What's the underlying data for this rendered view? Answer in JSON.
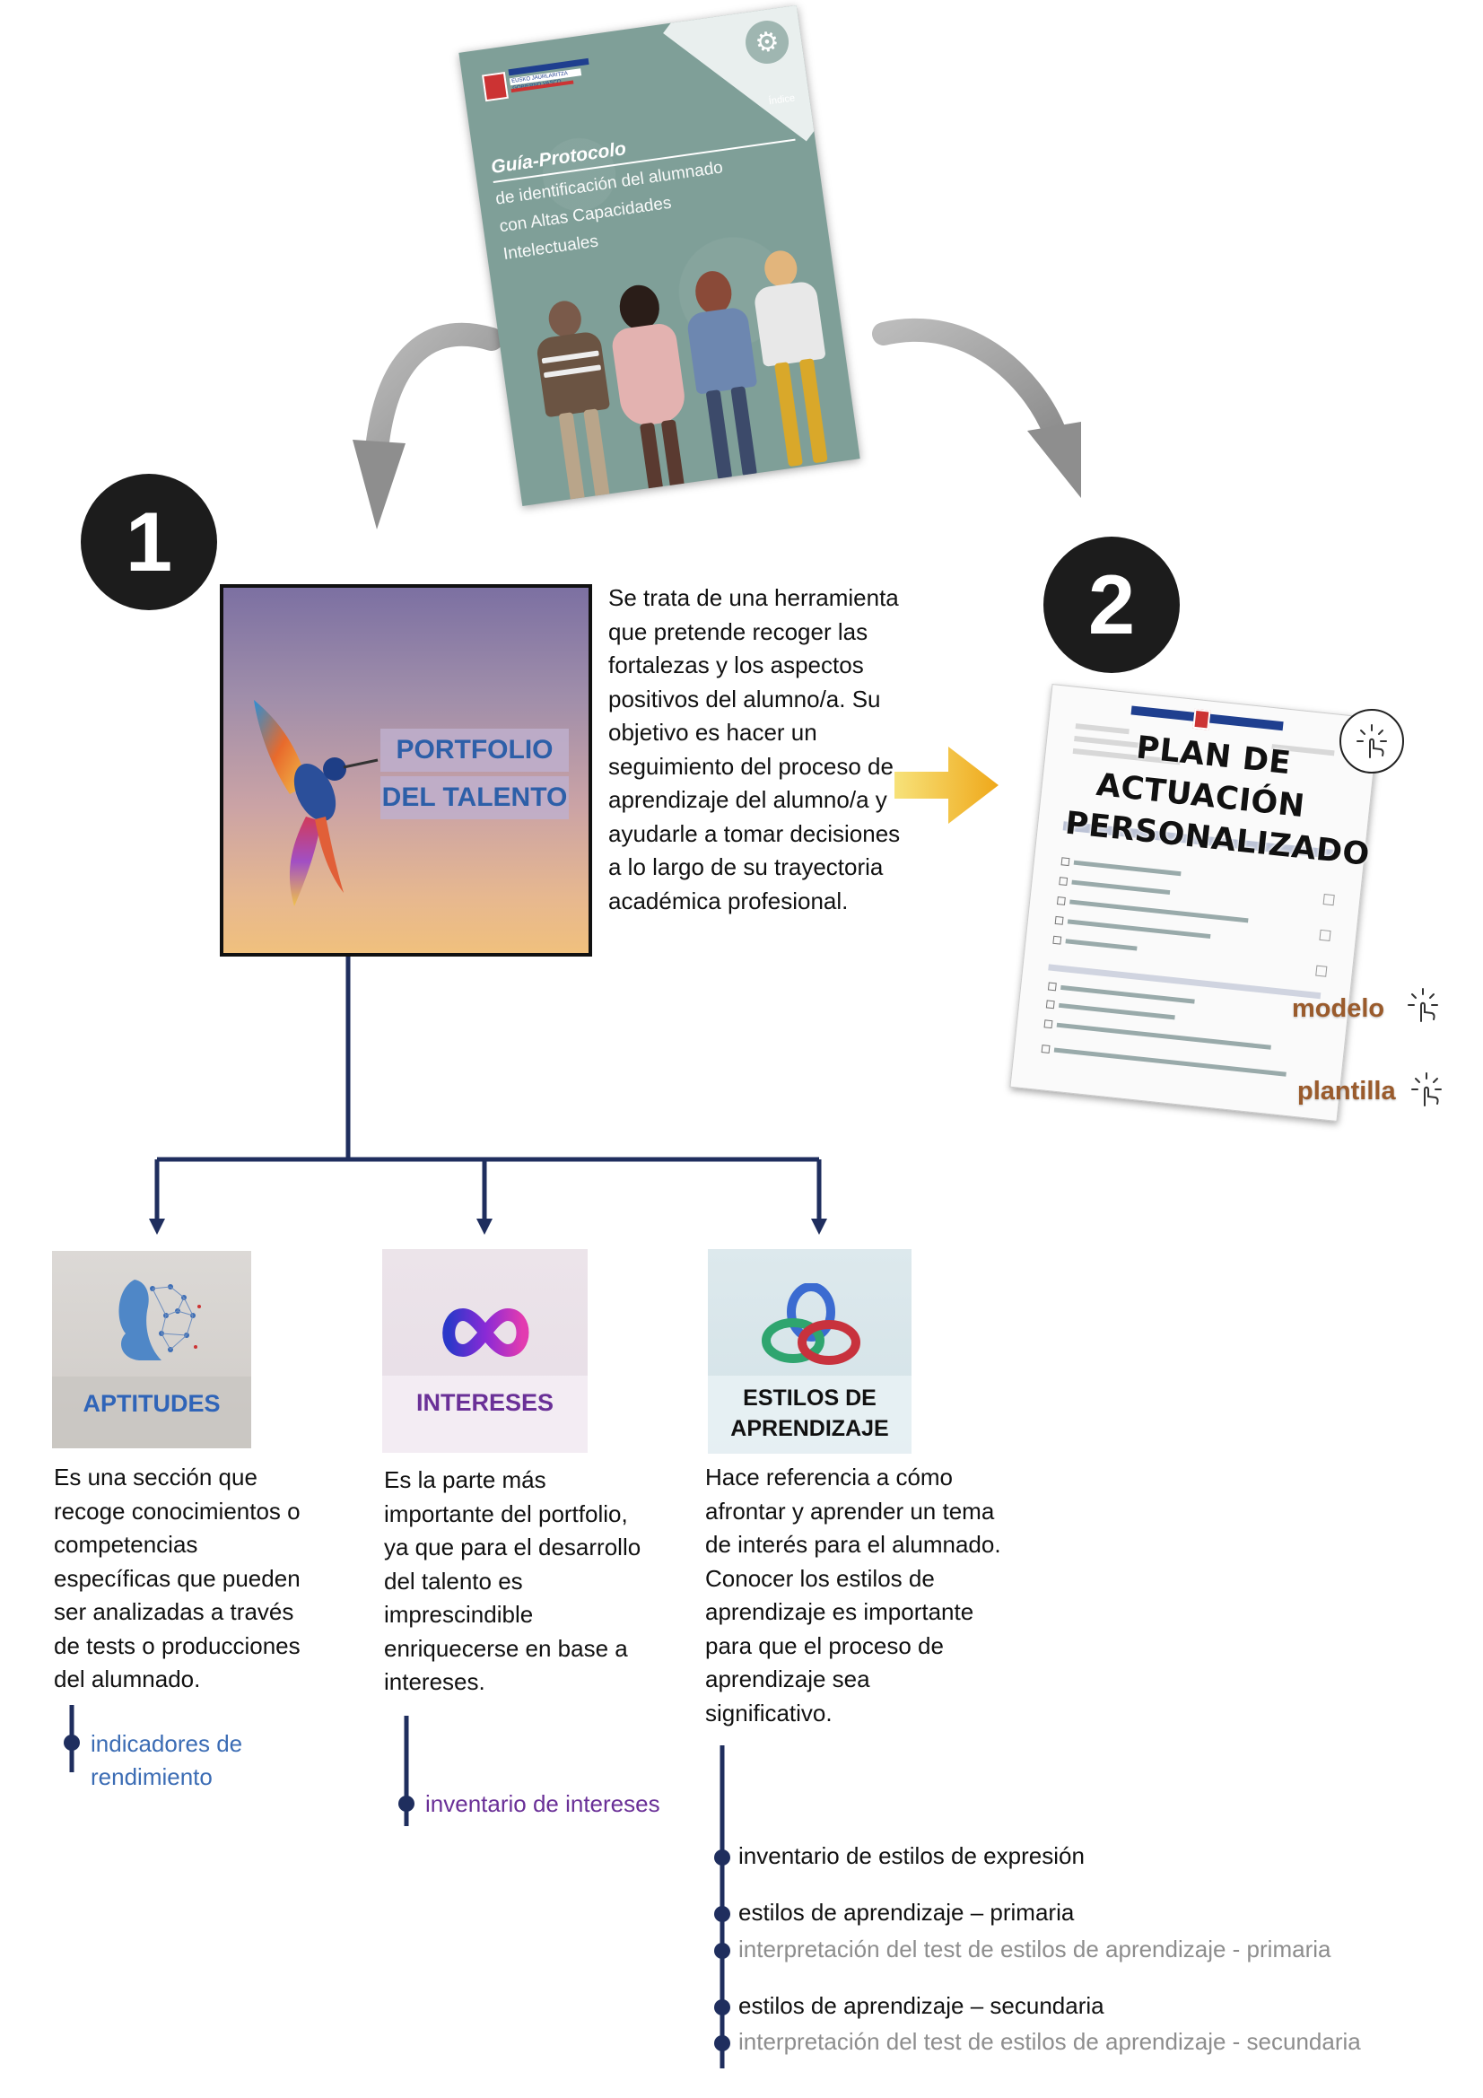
{
  "guide": {
    "title_line1": "Guía-Protocolo",
    "title_line2": "de identificación del alumnado",
    "title_line3": "con Altas Capacidades",
    "title_line4": "Intelectuales",
    "logo_text": "EUSKO JAURLARITZA GOBIERNO VASCO",
    "index_label": "Índice",
    "icon": "gears-icon"
  },
  "steps": {
    "one": "1",
    "two": "2"
  },
  "portfolio": {
    "title_line1": "PORTFOLIO",
    "title_line2": "DEL TALENTO",
    "description": "Se trata de una herramienta que pretende recoger las fortalezas y los aspectos positivos del alumno/a. Su objetivo es hacer un seguimiento del proceso de aprendizaje del alumno/a y ayudarle a tomar decisiones a lo largo de su trayectoria académica profesional.",
    "image_icon": "hummingbird-illustration"
  },
  "plan": {
    "title_line1": "PLAN DE",
    "title_line2": "ACTUACIÓN",
    "title_line3": "PERSONALIZADO",
    "link_modelo": "modelo",
    "link_plantilla": "plantilla",
    "link_color": "#9a5b2c",
    "icon": "touch-tap-icon"
  },
  "categories": [
    {
      "label": "APTITUDES",
      "label_color": "#2f64b8",
      "description": "Es una sección que recoge conocimientos o competencias específicas que pueden ser analizadas a través de tests o producciones del alumnado.",
      "resources": [
        "indicadores de rendimiento"
      ]
    },
    {
      "label": "INTERESES",
      "label_color": "#6a3097",
      "description": "Es la parte más importante del portfolio, ya que para el desarrollo del talento es imprescindible enriquecerse en base a intereses.",
      "resources": [
        "inventario de intereses"
      ]
    },
    {
      "label_line1": "ESTILOS DE",
      "label_line2": "APRENDIZAJE",
      "label_color": "#111111",
      "description": "Hace referencia a cómo afrontar y aprender un tema de interés para el alumnado. Conocer los estilos de aprendizaje es importante para que el proceso de aprendizaje sea significativo.",
      "resources": [
        "inventario de estilos de expresión",
        "estilos de aprendizaje – primaria",
        "interpretación del test de estilos de aprendizaje - primaria",
        "estilos de aprendizaje – secundaria",
        "interpretación del test de estilos de aprendizaje - secundaria"
      ]
    }
  ],
  "colors": {
    "connector": "#1f2e5e",
    "arrow_gray": "#9a9a9a",
    "arrow_yellow": "#f2b51c",
    "badge": "#1c1c1c",
    "link_gray": "#8d8d8d",
    "link_blue": "#3b6cb4",
    "link_purple": "#6a3097"
  }
}
